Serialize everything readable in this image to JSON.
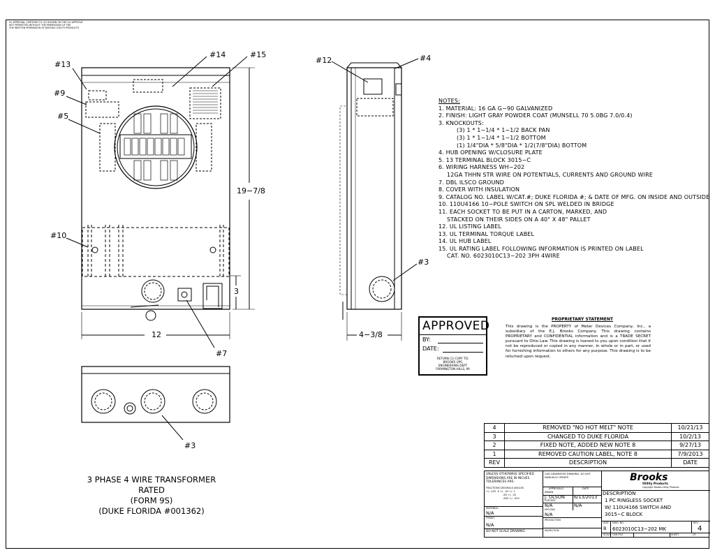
{
  "header_text": [
    "UL APPROVAL CERTIFIED TO ULI SHOWN ON THE ULI APPROVE",
    "NOT PERMITTED WITHOUT THE PERMISSION OF THE",
    "THE WRITTEN PERMISSION OF BROOKS UTILITY PRODUCTS"
  ],
  "callouts": {
    "c13": "#13",
    "c14": "#14",
    "c15": "#15",
    "c9": "#9",
    "c5": "#5",
    "c10": "#10",
    "c7": "#7",
    "c3a": "#3",
    "c12": "#12",
    "c4": "#4",
    "c3b": "#3"
  },
  "dimensions": {
    "height": "19−7/8",
    "width": "12",
    "knockout": "3",
    "depth": "4−3/8"
  },
  "notes": {
    "title": "NOTES:",
    "items": [
      "1.  MATERIAL: 16 GA G−90 GALVANIZED",
      "2.  FINISH: LIGHT GRAY POWDER COAT (MUNSELL 70 5.0BG 7.0/0.4)",
      "3.  KNOCKOUTS:",
      "(3) 1 * 1−1/4 * 1−1/2 BACK PAN",
      "(3) 1 * 1−1/4 * 1−1/2 BOTTOM",
      "(1) 1/4\"DIA * 5/8\"DIA * 1/2(7/8\"DIA) BOTTOM",
      "4.  HUB OPENING W/CLOSURE PLATE",
      "5.  13 TERMINAL BLOCK 3015−C",
      "6.  WIRING HARNESS WH−202",
      "12GA THHN STR WIRE ON POTENTIALS, CURRENTS AND GROUND WIRE",
      "7.  DBL ILSCO GROUND",
      "8.  COVER WITH INSULATION",
      "9.  CATALOG NO. LABEL W/CAT.#; DUKE FLORIDA #; & DATE OF MFG. ON INSIDE AND OUTSIDE",
      "10. 110U4166 10−POLE SWITCH ON SPL WELDED IN BRIDGE",
      "11. EACH SOCKET TO BE PUT IN A CARTON, MARKED, AND",
      "STACKED ON THEIR SIDES ON A 40\" X 48\" PALLET",
      "12. UL LISTING LABEL",
      "13. UL TERMINAL TORQUE LABEL",
      "14. UL HUB LABEL",
      "15. UL RATING LABEL FOLLOWING INFORMATION IS PRINTED ON LABEL",
      "CAT. NO. 6023010C13−202        3PH   4WIRE"
    ]
  },
  "proprietary": {
    "title": "PROPRIETARY STATEMENT",
    "body": "This drawing is the PROPERTY of Meter Devices Company, Inc., a subsidiary of the E.J. Brooks Company. This drawing contains PROPRIETARY and CONFIDENTIAL information and is a TRADE SECRET pursuant to Ohio Law. This drawing is loaned to you upon condition that it not be reproduced or copied in any manner, in whole or in part, or used for furnishing information to others for any purpose. This drawing is to be returned upon request."
  },
  "approved": {
    "title": "APPROVED",
    "by": "BY:",
    "date": "DATE:",
    "return": [
      "RETURN (1) COPY TO:",
      "BROOKS UPG",
      "ENGINEERING DEPT",
      "FARMINGTON HILLS, MI"
    ]
  },
  "revisions": {
    "rows": [
      {
        "rev": "4",
        "desc": "REMOVED \"NO HOT MELT\" NOTE",
        "date": "10/21/13"
      },
      {
        "rev": "3",
        "desc": "CHANGED TO DUKE FLORIDA",
        "date": "10/2/13"
      },
      {
        "rev": "2",
        "desc": "FIXED NOTE, ADDED NEW NOTE 8",
        "date": "9/27/13"
      },
      {
        "rev": "1",
        "desc": "REMOVED CAUTION LABEL, NOTE 8",
        "date": "7/9/2013"
      }
    ],
    "header": {
      "rev": "REV",
      "desc": "DESCRIPTION",
      "date": "DATE"
    }
  },
  "title_block": {
    "tolerances": "UNLESS OTHERWISE SPECIFIED DIMENSIONS ARE IN INCHES TOLERANCES ARE:",
    "tol_cols": "FRACTIONS  DECIMALS  ANGLES",
    "tol_vals": "+/- 1/32   .X +/- .03   +/- 1",
    "tol_vals2": ".XX +/- .02",
    "tol_vals3": ".XXX +/- .003",
    "cad": "CAD GENERATED DRAWING, DO NOT MANUALLY UPDATE",
    "approvals": "APPROVALS",
    "date_hdr": "DATE",
    "drawn_lbl": "DRAWN",
    "drawn_by": "J. OLSON",
    "drawn_date": "6/13/2013",
    "checked_lbl": "CHECKED",
    "checked": "N/A",
    "checked_date": "N/A",
    "eng_lbl": "MFG ENG",
    "eng": "N/A",
    "material_lbl": "MATERIAL",
    "material": "N/A",
    "finish_lbl": "FINISH",
    "finish": "N/A",
    "production_lbl": "PRODUCTION",
    "inspection_lbl": "INSPECTION",
    "no_scale": "DO NOT SCALE DRAWING",
    "brand": "Brooks",
    "brand_sub": "Utility Products",
    "brand_note": "Copyright Brooks Utility Products",
    "desc_lbl": "DESCRIPTION",
    "desc": [
      "1 PC RINGLESS SOCKET",
      "W/ 110U4166 SWITCH AND",
      "3015−C BLOCK"
    ],
    "size_lbl": "SIZE",
    "size": "B",
    "dwg_lbl": "DWG. NO.",
    "dwg": "6023010C13−202 MK",
    "rev_lbl": "REV.",
    "rev": "4",
    "scale_lbl": "SCALE",
    "cad_file_lbl": "CAD FILE",
    "sheet_lbl": "SHEET",
    "sheet": "OF"
  },
  "caption": [
    "3 PHASE 4 WIRE TRANSFORMER RATED",
    "(FORM  9S)",
    "(DUKE FLORIDA #001362)"
  ]
}
